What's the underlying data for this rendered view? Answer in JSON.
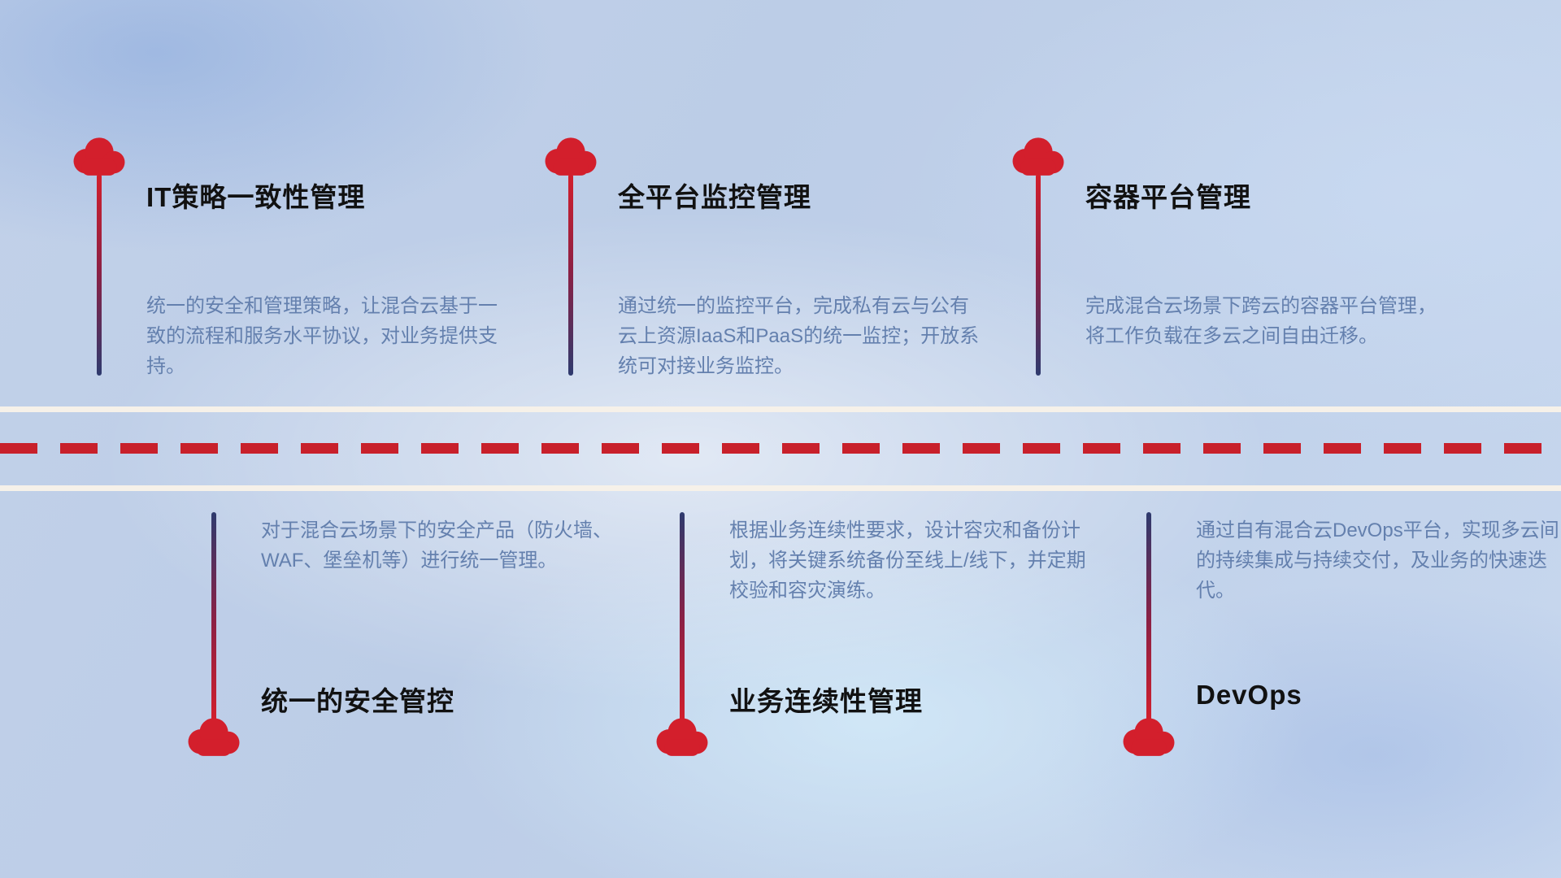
{
  "top_items": [
    {
      "title": "IT策略一致性管理",
      "description": "统一的安全和管理策略，让混合云基于一致的流程和服务水平协议，对业务提供支持。"
    },
    {
      "title": "全平台监控管理",
      "description": "通过统一的监控平台，完成私有云与公有云上资源IaaS和PaaS的统一监控；开放系统可对接业务监控。"
    },
    {
      "title": "容器平台管理",
      "description": "完成混合云场景下跨云的容器平台管理，将工作负载在多云之间自由迁移。"
    }
  ],
  "bottom_items": [
    {
      "title": "统一的安全管控",
      "description": "对于混合云场景下的安全产品（防火墙、WAF、堡垒机等）进行统一管理。"
    },
    {
      "title": "业务连续性管理",
      "description": "根据业务连续性要求，设计容灾和备份计划，将关键系统备份至线上/线下，并定期校验和容灾演练。"
    },
    {
      "title": "DevOps",
      "description": "通过自有混合云DevOps平台，实现多云间的持续集成与持续交付，及业务的快速迭代。"
    }
  ],
  "icons": {
    "cloud": "cloud-icon"
  },
  "colors": {
    "cloud_red": "#d31f2c",
    "stem_red": "#d31f2c",
    "stem_navy": "#2e3a6e",
    "road_line": "#f6f1e9",
    "dash_red": "#c8202b",
    "title_text": "#111111",
    "desc_text": "#6480ae"
  }
}
